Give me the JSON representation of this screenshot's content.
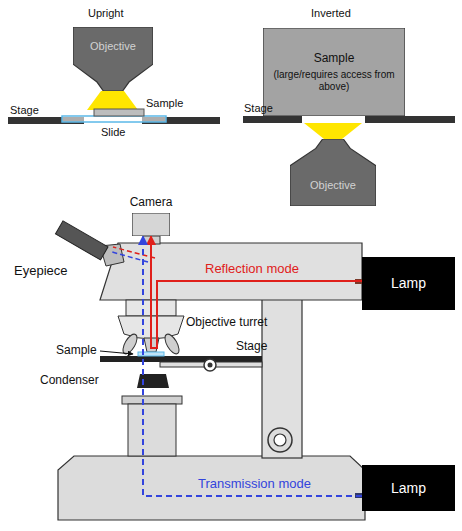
{
  "diagram": {
    "nodes": [
      {
        "text": [
          "Objective"
        ]
      },
      {
        "text": [
          "Sample",
          "(large/requires access from above)"
        ]
      },
      {
        "text": [
          "Objective"
        ]
      },
      {
        "text": [
          "Camera"
        ]
      },
      {
        "text": [
          "Lamp"
        ]
      },
      {
        "text": [
          "Lamp"
        ]
      }
    ],
    "edges": [
      {
        "from": 4,
        "to": 3,
        "label": "Reflection mode",
        "arrow": "to"
      },
      {
        "from": 5,
        "to": 3,
        "label": "Transmission mode",
        "arrow": "to"
      }
    ],
    "labels": [
      "Upright",
      "Inverted",
      "Stage",
      "Sample",
      "Slide",
      "Stage",
      "Eyepiece",
      "Objective turret",
      "Sample",
      "Stage",
      "Condenser"
    ]
  }
}
